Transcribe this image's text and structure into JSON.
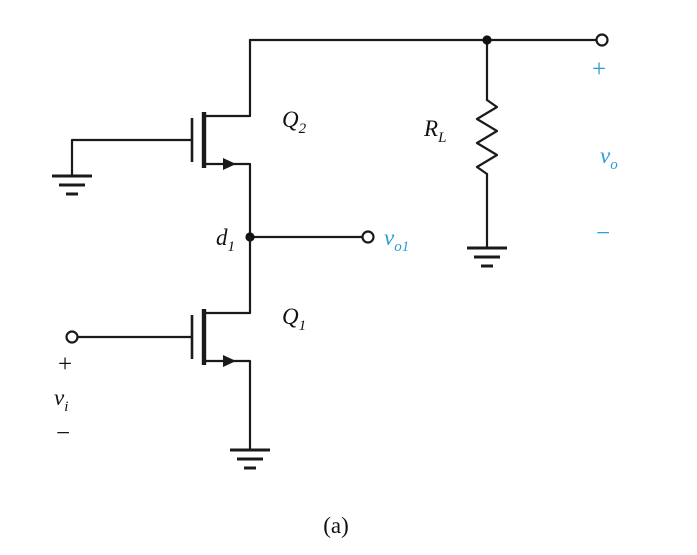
{
  "figure": {
    "type": "circuit-diagram",
    "caption": "(a)",
    "accent_blue": "#2d9bd6",
    "wire_color": "#1a1a1a",
    "components": {
      "q2": "nmos-transistor",
      "q1": "nmos-transistor",
      "rl": "resistor",
      "ground_symbols": "ground",
      "terminals": "open-circle-terminal"
    },
    "labels": {
      "q2": {
        "main": "Q",
        "sub": "2"
      },
      "q1": {
        "main": "Q",
        "sub": "1"
      },
      "rl": {
        "main": "R",
        "sub": "L"
      },
      "d1": {
        "main": "d",
        "sub": "1"
      },
      "vo1": {
        "main": "v",
        "sub": "o1"
      },
      "vo": {
        "main": "v",
        "sub": "o"
      },
      "vi": {
        "main": "v",
        "sub": "i"
      },
      "plus_out": "+",
      "minus_out": "−",
      "plus_in": "+",
      "minus_in": "−"
    }
  }
}
